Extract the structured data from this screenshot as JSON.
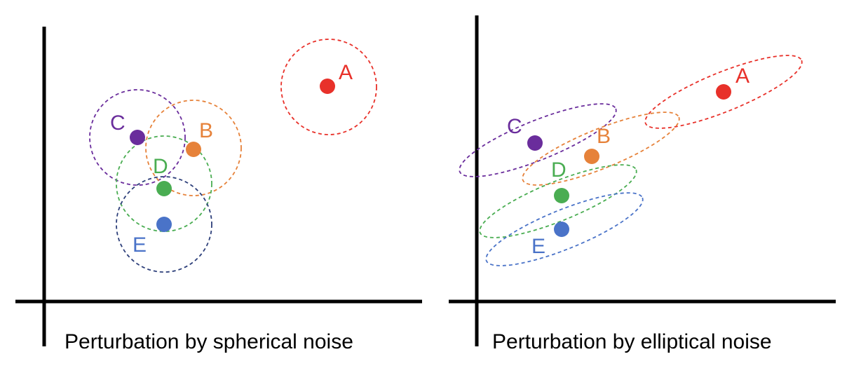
{
  "panels": [
    {
      "caption": "Perturbation by spherical noise",
      "points": [
        {
          "label": "A",
          "color": "#e8312a"
        },
        {
          "label": "B",
          "color": "#e6823a"
        },
        {
          "label": "C",
          "color": "#6a2d9c"
        },
        {
          "label": "D",
          "color": "#4aad52"
        },
        {
          "label": "E",
          "color": "#4a73c8"
        }
      ]
    },
    {
      "caption": "Perturbation by elliptical noise",
      "points": [
        {
          "label": "A",
          "color": "#e8312a"
        },
        {
          "label": "B",
          "color": "#e6823a"
        },
        {
          "label": "C",
          "color": "#6a2d9c"
        },
        {
          "label": "D",
          "color": "#4aad52"
        },
        {
          "label": "E",
          "color": "#4a73c8"
        }
      ]
    }
  ]
}
